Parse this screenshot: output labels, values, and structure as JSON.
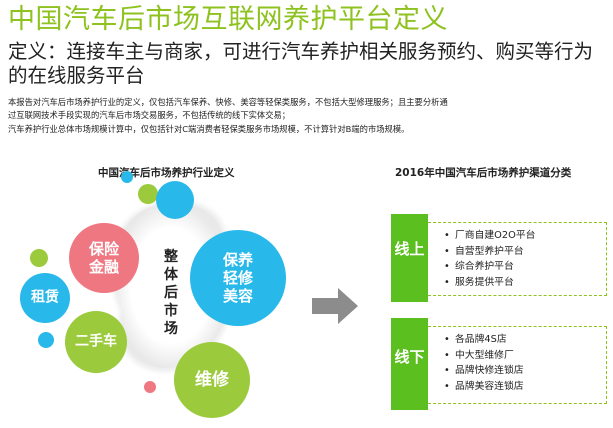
{
  "header": {
    "title": "中国汽车后市场互联网养护平台定义",
    "subtitle": "定义：连接车主与商家，可进行汽车养护相关服务预约、购买等行为的在线服务平台",
    "desc_lines": [
      "本报告对汽车后市场养护行业的定义，仅包括汽车保养、快修、美容等轻保类服务，不包括大型修理服务；且主要分析通",
      "过互联网技术手段实现的汽车后市场交易服务，不包括传统的线下实体交易；",
      "汽车养护行业总体市场规模计算中，仅包括针对C端消费者轻保类服务市场规模，不计算针对B端的市场规模。"
    ]
  },
  "left": {
    "title": "中国汽车后市场养护行业定义",
    "center_label": "整体后市场",
    "bubbles": {
      "insurance": "保险\n金融",
      "rental": "租赁",
      "used_car": "二手车",
      "maintenance": "保养\n轻修\n美容",
      "repair": "维修"
    }
  },
  "right": {
    "title": "2016年中国汽车后市场养护渠道分类",
    "online": {
      "label": "线上",
      "items": [
        "厂商自建O2O平台",
        "自营型养护平台",
        "综合养护平台",
        "服务提供平台"
      ]
    },
    "offline": {
      "label": "线下",
      "items": [
        "各品牌4S店",
        "中大型维修厂",
        "品牌快修连锁店",
        "品牌美容连锁店"
      ]
    }
  },
  "colors": {
    "green": "#8dc21f",
    "channel_green": "#5bbf1f",
    "pink": "#ef7782",
    "blue": "#28b8ea",
    "light_green": "#9bcb3c",
    "arrow_gray": "#8c8c8c"
  }
}
